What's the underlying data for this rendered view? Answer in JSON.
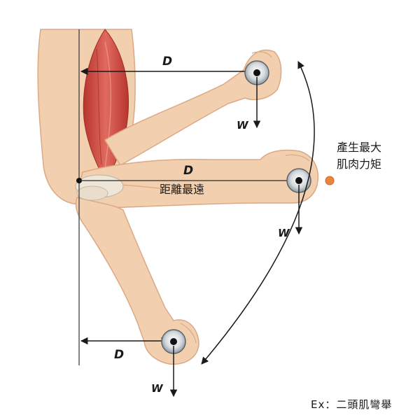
{
  "diagram": {
    "distance_label": "D",
    "weight_label": "W",
    "max_distance_label": "距離最遠",
    "max_torque_label_line1": "產生最大",
    "max_torque_label_line2": "肌肉力矩",
    "caption": "Ex：二頭肌彎舉",
    "colors": {
      "skin": "#f2cfae",
      "skin_shade": "#dba985",
      "muscle": "#c9473e",
      "arrow": "#1a1a1a",
      "marker": "#e8873a"
    }
  }
}
